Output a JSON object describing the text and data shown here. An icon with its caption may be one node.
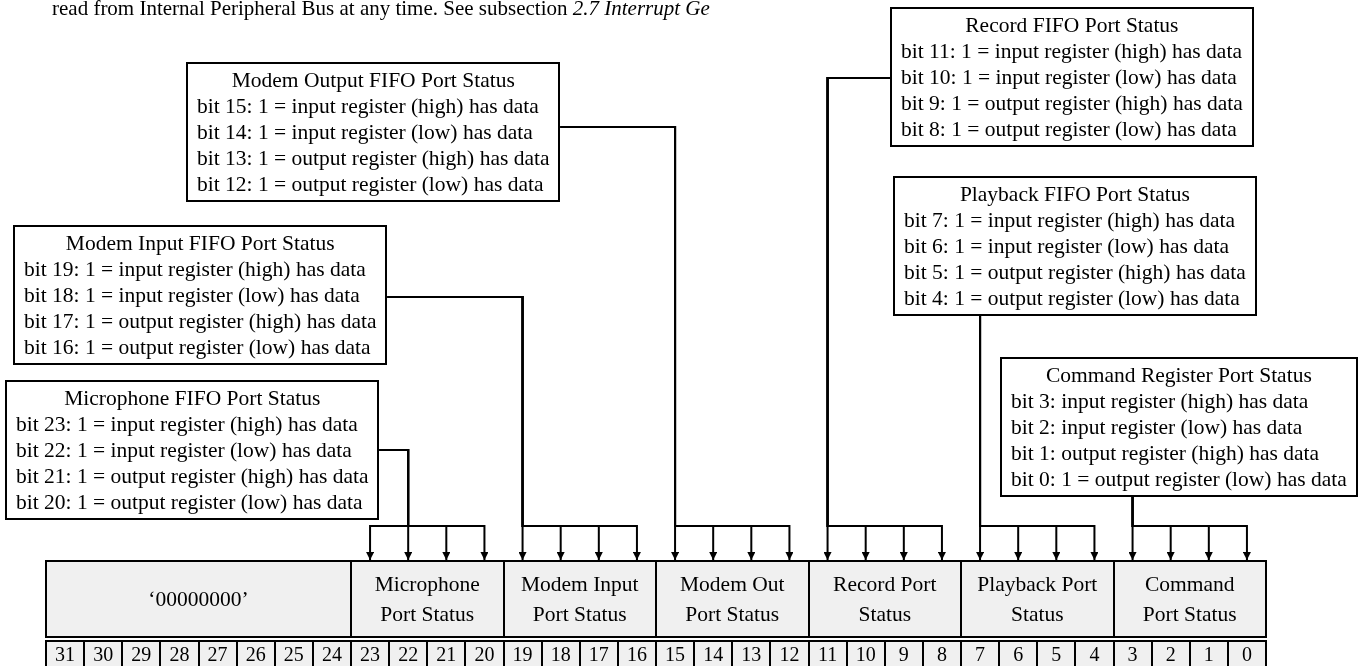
{
  "diagram": {
    "nodes": [
      {
        "text": [
          "Modem Output FIFO Port Status",
          "bit 15: 1 = input register (high) has data",
          "bit 14: 1 = input register (low) has data",
          "bit 13: 1 = output register (high) has data",
          "bit 12: 1 = output register (low) has data"
        ]
      },
      {
        "text": [
          "Record FIFO Port Status",
          "bit 11: 1 = input register (high) has data",
          "bit 10: 1 = input register (low) has data",
          "bit 9: 1 = output register (high) has data",
          "bit 8: 1 = output register (low) has data"
        ]
      },
      {
        "text": [
          "Modem Input FIFO Port Status",
          "bit 19: 1 = input register (high) has data",
          "bit 18: 1 = input register (low) has data",
          "bit 17: 1 = output register (high) has data",
          "bit 16: 1 = output register (low) has data"
        ]
      },
      {
        "text": [
          "Playback FIFO Port Status",
          "bit 7: 1 = input register (high) has data",
          "bit 6: 1 = input register (low) has data",
          "bit 5: 1 = output register (high) has data",
          "bit 4: 1 = output register (low) has data"
        ]
      },
      {
        "text": [
          "Microphone FIFO Port Status",
          "bit 23: 1 = input register (high) has data",
          "bit 22: 1 = input register (low) has data",
          "bit 21: 1 = output register (high) has data",
          "bit 20: 1 = output register (low) has data"
        ]
      },
      {
        "text": [
          "Command Register Port Status",
          "bit 3: input register (high) has data",
          "bit 2: input register (low) has data",
          "bit 1: output register (high) has data",
          "bit 0: 1 = output register (low) has data"
        ]
      },
      {
        "text": [
          "‘00000000’"
        ]
      },
      {
        "text": [
          "Microphone Port Status"
        ]
      },
      {
        "text": [
          "Modem Input Port Status"
        ]
      },
      {
        "text": [
          "Modem Out Port Status"
        ]
      },
      {
        "text": [
          "Record Port Status"
        ]
      },
      {
        "text": [
          "Playback Port Status"
        ]
      },
      {
        "text": [
          "Command Port Status"
        ]
      },
      {
        "text": [
          "31"
        ]
      },
      {
        "text": [
          "30"
        ]
      },
      {
        "text": [
          "29"
        ]
      },
      {
        "text": [
          "28"
        ]
      },
      {
        "text": [
          "27"
        ]
      },
      {
        "text": [
          "26"
        ]
      },
      {
        "text": [
          "25"
        ]
      },
      {
        "text": [
          "24"
        ]
      },
      {
        "text": [
          "23"
        ]
      },
      {
        "text": [
          "22"
        ]
      },
      {
        "text": [
          "21"
        ]
      },
      {
        "text": [
          "20"
        ]
      },
      {
        "text": [
          "19"
        ]
      },
      {
        "text": [
          "18"
        ]
      },
      {
        "text": [
          "17"
        ]
      },
      {
        "text": [
          "16"
        ]
      },
      {
        "text": [
          "15"
        ]
      },
      {
        "text": [
          "14"
        ]
      },
      {
        "text": [
          "13"
        ]
      },
      {
        "text": [
          "12"
        ]
      },
      {
        "text": [
          "11"
        ]
      },
      {
        "text": [
          "10"
        ]
      },
      {
        "text": [
          "9"
        ]
      },
      {
        "text": [
          "8"
        ]
      },
      {
        "text": [
          "7"
        ]
      },
      {
        "text": [
          "6"
        ]
      },
      {
        "text": [
          "5"
        ]
      },
      {
        "text": [
          "4"
        ]
      },
      {
        "text": [
          "3"
        ]
      },
      {
        "text": [
          "2"
        ]
      },
      {
        "text": [
          "1"
        ]
      },
      {
        "text": [
          "0"
        ]
      }
    ],
    "edges": [
      {
        "from": 4,
        "to": 7,
        "arrow": "to"
      },
      {
        "from": 4,
        "to": 7,
        "arrow": "to"
      },
      {
        "from": 4,
        "to": 7,
        "arrow": "to"
      },
      {
        "from": 4,
        "to": 7,
        "arrow": "to"
      },
      {
        "from": 2,
        "to": 8,
        "arrow": "to"
      },
      {
        "from": 2,
        "to": 8,
        "arrow": "to"
      },
      {
        "from": 2,
        "to": 8,
        "arrow": "to"
      },
      {
        "from": 2,
        "to": 8,
        "arrow": "to"
      },
      {
        "from": 0,
        "to": 9,
        "arrow": "to"
      },
      {
        "from": 0,
        "to": 9,
        "arrow": "to"
      },
      {
        "from": 0,
        "to": 9,
        "arrow": "to"
      },
      {
        "from": 0,
        "to": 9,
        "arrow": "to"
      },
      {
        "from": 1,
        "to": 10,
        "arrow": "to"
      },
      {
        "from": 1,
        "to": 10,
        "arrow": "to"
      },
      {
        "from": 1,
        "to": 10,
        "arrow": "to"
      },
      {
        "from": 1,
        "to": 10,
        "arrow": "to"
      },
      {
        "from": 3,
        "to": 11,
        "arrow": "to"
      },
      {
        "from": 3,
        "to": 11,
        "arrow": "to"
      },
      {
        "from": 3,
        "to": 11,
        "arrow": "to"
      },
      {
        "from": 3,
        "to": 11,
        "arrow": "to"
      },
      {
        "from": 5,
        "to": 12,
        "arrow": "to"
      },
      {
        "from": 5,
        "to": 12,
        "arrow": "to"
      },
      {
        "from": 5,
        "to": 12,
        "arrow": "to"
      },
      {
        "from": 5,
        "to": 12,
        "arrow": "to"
      }
    ],
    "labels": [
      "read from Internal Peripheral Bus at any time. See subsection *2.7 Interrupt Ge*"
    ]
  }
}
